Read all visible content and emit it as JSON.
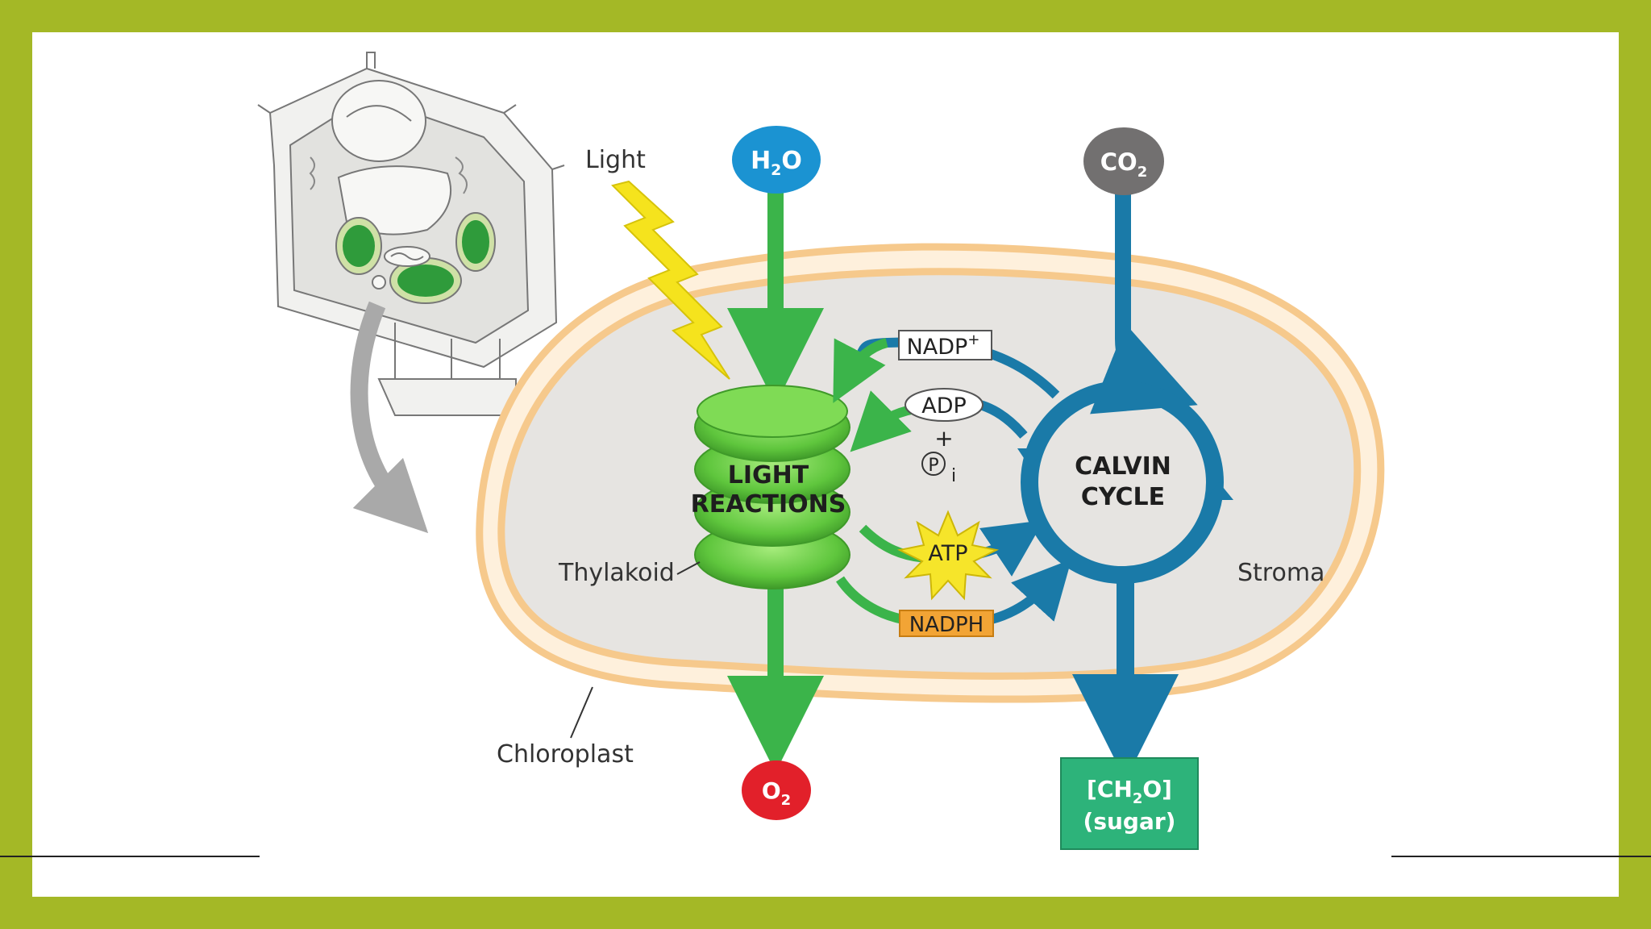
{
  "colors": {
    "frame": "#a4b826",
    "background": "#ffffff",
    "stroma": "#e6e4e1",
    "membrane": "#f6c98c",
    "green_arrow": "#3bb44a",
    "blue_arrow": "#1a7aa8",
    "water_node": "#1b93d2",
    "co2_node": "#727070",
    "oxygen_node": "#e2202a",
    "sugar_box": "#2db37a",
    "nadph_box": "#f2a435",
    "atp_burst": "#f6e52a",
    "light_bolt": "#f5e31d"
  },
  "labels": {
    "light": "Light",
    "thylakoid": "Thylakoid",
    "chloroplast": "Chloroplast",
    "stroma": "Stroma"
  },
  "nodes": {
    "water": {
      "base": "H",
      "sub": "2",
      "tail": "O"
    },
    "carbon_dioxide": {
      "base": "CO",
      "sub": "2"
    },
    "oxygen": {
      "base": "O",
      "sub": "2"
    },
    "sugar": {
      "line1_base": "[CH",
      "line1_sub": "2",
      "line1_tail": "O]",
      "line2": "(sugar)"
    }
  },
  "light_reactions": {
    "line1": "LIGHT",
    "line2": "REACTIONS"
  },
  "calvin_cycle": {
    "line1": "CALVIN",
    "line2": "CYCLE"
  },
  "molecules": {
    "nadp": {
      "base": "NADP",
      "sup": "+"
    },
    "adp": "ADP",
    "plus": "+",
    "phosphate": {
      "symbol": "P",
      "sub": "i"
    },
    "atp": "ATP",
    "nadph": "NADPH"
  }
}
